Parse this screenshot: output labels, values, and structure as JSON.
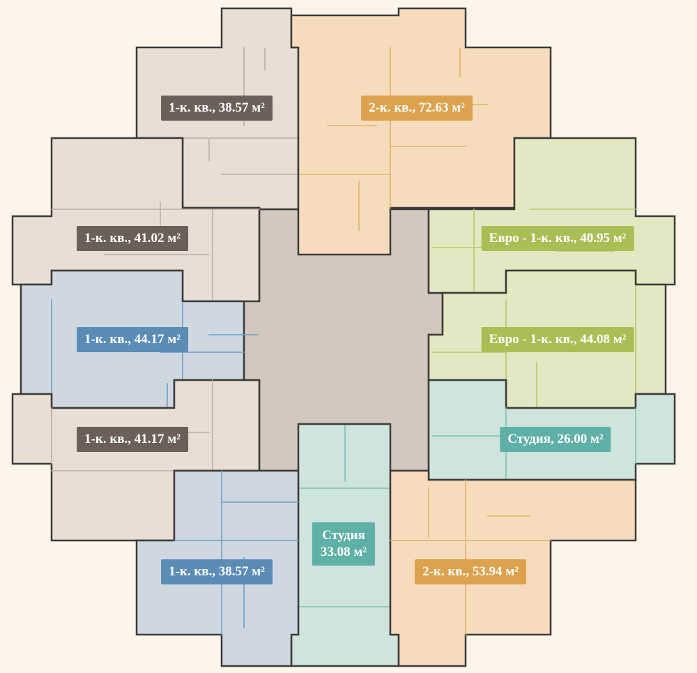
{
  "colors": {
    "background": "#fdf4ea",
    "core": "#d2c8bd",
    "outline": "#3b3b3b",
    "gray_fill": "#e8ded4",
    "gray_badge": "#6b6059",
    "gray_wall": "#b9aea4",
    "blue_fill": "#cfd8e1",
    "blue_badge": "#5a8cb6",
    "blue_wall": "#6f9cc6",
    "orange_fill": "#f6dcbd",
    "orange_badge": "#dca24d",
    "orange_wall": "#e4b16a",
    "green_fill": "#e4e8c2",
    "green_badge": "#a7bf55",
    "green_wall": "#b5c76a",
    "teal_fill": "#cfe4dd",
    "teal_badge": "#5fb0a6",
    "teal_wall": "#7cc2b6"
  },
  "apartments": [
    {
      "id": "apt-1k-38-57-top",
      "label": "1-к. кв., 38.57 м²",
      "color": "gray"
    },
    {
      "id": "apt-2k-72-63",
      "label": "2-к. кв., 72.63 м²",
      "color": "orange"
    },
    {
      "id": "apt-1k-41-02",
      "label": "1-к. кв., 41.02 м²",
      "color": "gray"
    },
    {
      "id": "apt-euro-40-95",
      "label": "Евро - 1-к. кв., 40.95 м²",
      "color": "green"
    },
    {
      "id": "apt-1k-44-17",
      "label": "1-к. кв., 44.17 м²",
      "color": "blue"
    },
    {
      "id": "apt-euro-44-08",
      "label": "Евро - 1-к. кв., 44.08 м²",
      "color": "green"
    },
    {
      "id": "apt-1k-41-17",
      "label": "1-к. кв., 41.17 м²",
      "color": "gray"
    },
    {
      "id": "apt-studio-26-00",
      "label": "Студия, 26.00 м²",
      "color": "teal"
    },
    {
      "id": "apt-studio-33-08",
      "label_line1": "Студия",
      "label_line2": "33.08 м²",
      "color": "teal"
    },
    {
      "id": "apt-1k-38-57-bottom",
      "label": "1-к. кв., 38.57 м²",
      "color": "blue"
    },
    {
      "id": "apt-2k-53-94",
      "label": "2-к. кв., 53.94 м²",
      "color": "orange"
    }
  ]
}
